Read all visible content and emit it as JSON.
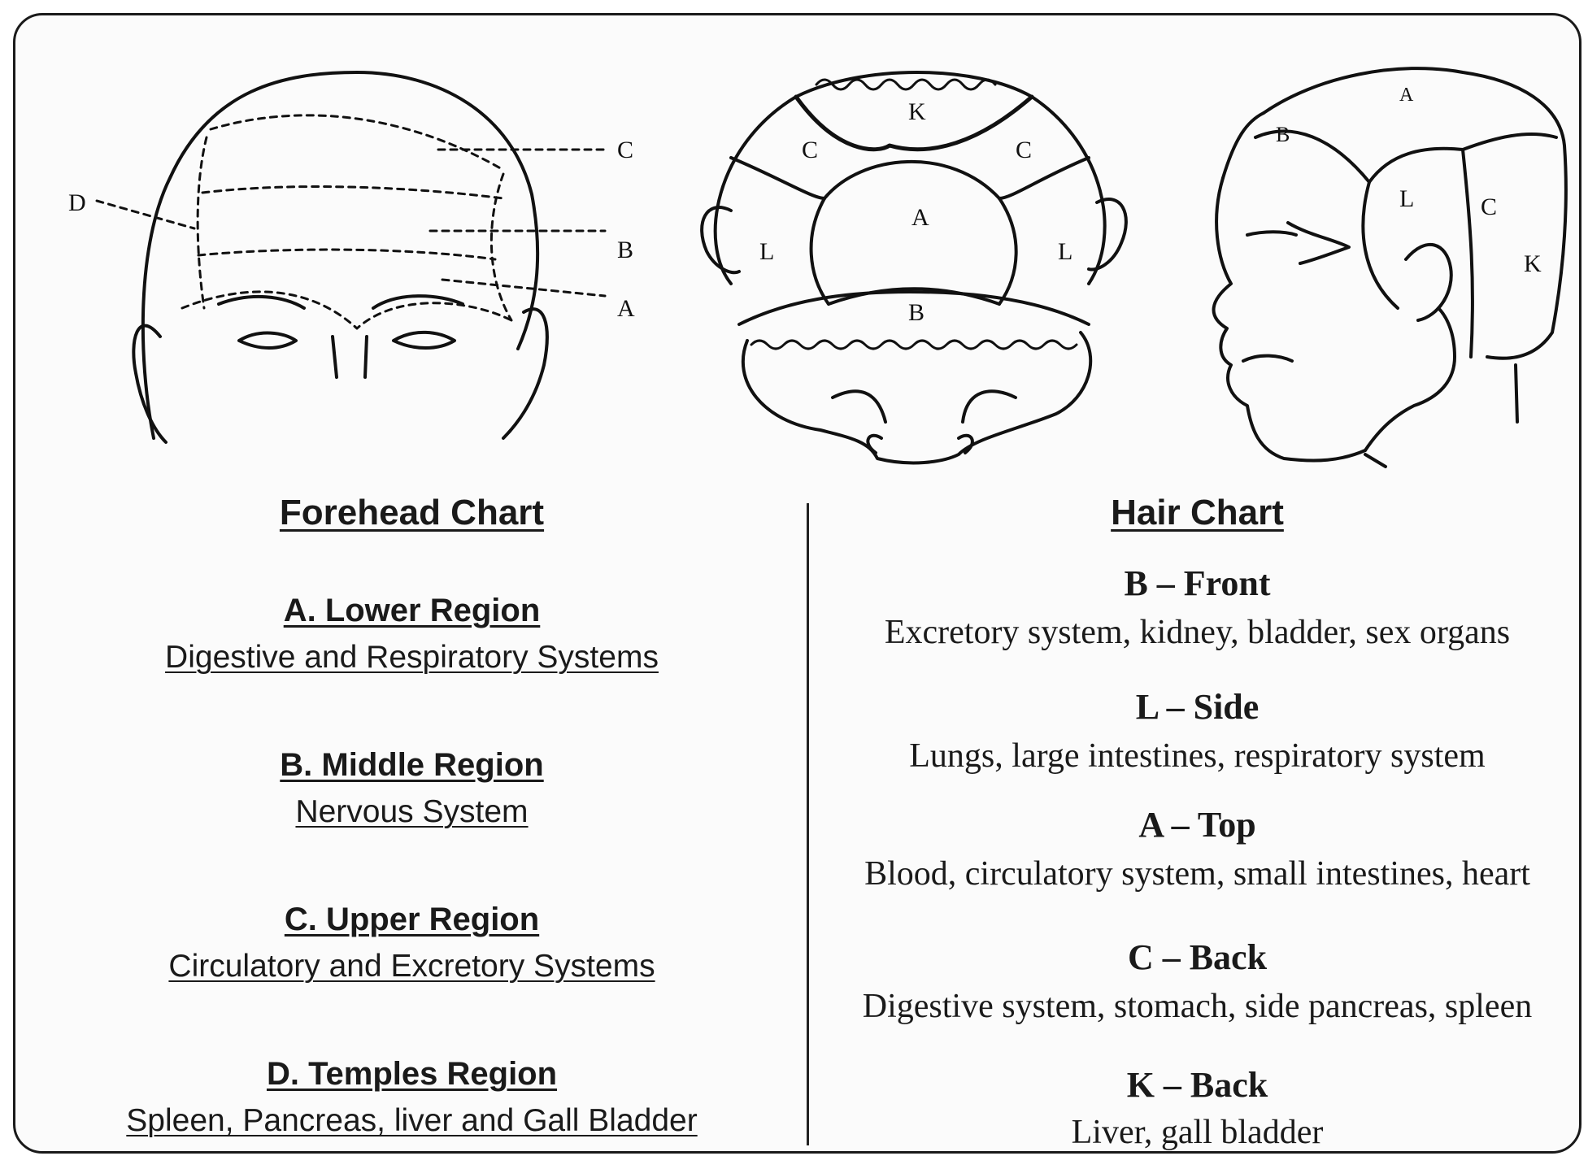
{
  "forehead_chart": {
    "title": "Forehead Chart",
    "diagram_labels": [
      "D",
      "C",
      "B",
      "A"
    ],
    "regions": [
      {
        "heading": "A. Lower Region",
        "description": "Digestive and Respiratory Systems"
      },
      {
        "heading": "B. Middle Region",
        "description": "Nervous System"
      },
      {
        "heading": "C. Upper Region",
        "description": "Circulatory and Excretory Systems"
      },
      {
        "heading": "D. Temples Region",
        "description": "Spleen, Pancreas, liver and Gall Bladder"
      }
    ]
  },
  "hair_chart": {
    "title": "Hair Chart",
    "top_view_labels": [
      "K",
      "C",
      "C",
      "A",
      "L",
      "L",
      "B"
    ],
    "side_view_labels": [
      "A",
      "B",
      "L",
      "C",
      "K"
    ],
    "regions": [
      {
        "heading": "B – Front",
        "description": "Excretory system, kidney, bladder, sex organs"
      },
      {
        "heading": "L – Side",
        "description": "Lungs, large intestines, respiratory system"
      },
      {
        "heading": "A – Top",
        "description": "Blood, circulatory system, small intestines, heart"
      },
      {
        "heading": "C – Back",
        "description": "Digestive system, stomach, side pancreas, spleen"
      },
      {
        "heading": "K – Back",
        "description": "Liver, gall bladder"
      }
    ]
  }
}
